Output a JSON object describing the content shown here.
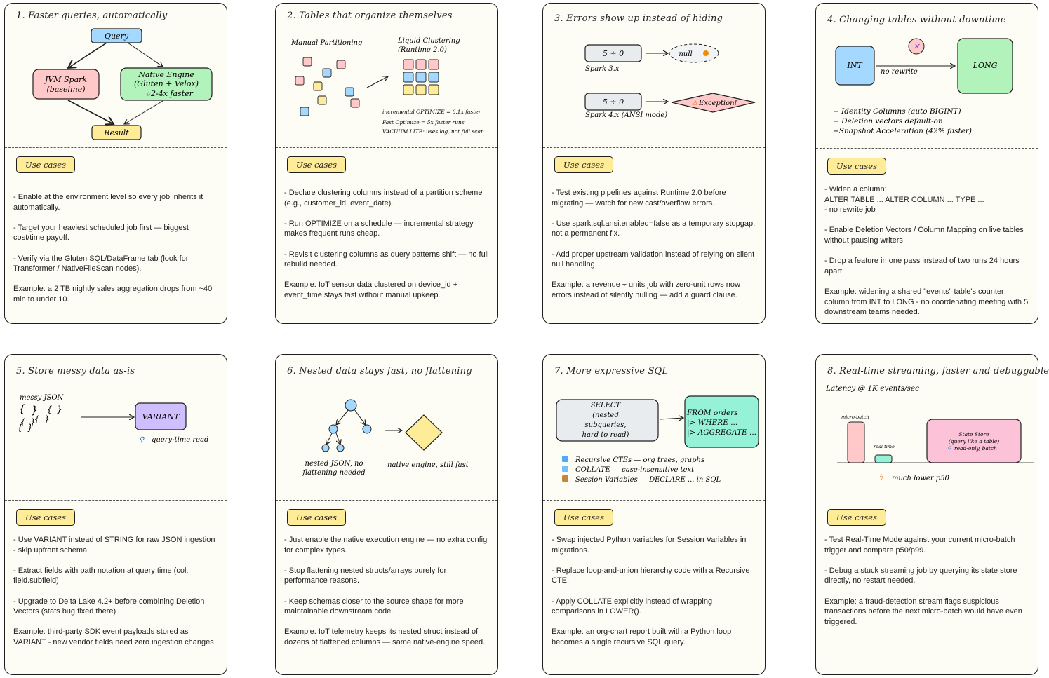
{
  "use_cases_label": "Use cases",
  "cards": [
    {
      "title": "1. Faster queries, automatically",
      "diagram": {
        "query": "Query",
        "jvm_line1": "JVM Spark",
        "jvm_line2": "(baseline)",
        "native_line1": "Native Engine",
        "native_line2": "(Gluten + Velox)",
        "native_line3": "2-4x faster",
        "result": "Result"
      },
      "notes": [
        "- Enable at the environment level so every job inherits it automatically.",
        "- Target your heaviest scheduled job first — biggest cost/time payoff.",
        "- Verify via the Gluten SQL/DataFrame tab (look for Transformer / NativeFileScan nodes).",
        "Example: a 2 TB nightly sales aggregation drops from ~40 min to under 10."
      ]
    },
    {
      "title": "2. Tables that organize themselves",
      "diagram": {
        "manual": "Manual Partitioning",
        "liquid_line1": "Liquid Clustering",
        "liquid_line2": "(Runtime 2.0)",
        "stat1": "incremental OPTIMIZE = 6.1x faster",
        "stat2": "Fast Optimize = 5x faster runs",
        "stat3": "VACUUM LITE: uses log, not full scan"
      },
      "notes": [
        "- Declare clustering columns instead of a partition scheme (e.g., customer_id, event_date).",
        "- Run OPTIMIZE on a schedule — incremental strategy makes frequent runs cheap.",
        "- Revisit clustering columns as query patterns shift — no full rebuild needed.",
        "Example: IoT sensor data clustered on device_id + event_time stays fast without manual upkeep."
      ]
    },
    {
      "title": "3. Errors show up instead of hiding",
      "diagram": {
        "expr1": "5 ÷ 0",
        "null_label": "null",
        "spark3": "Spark 3.x",
        "expr2": "5 ÷ 0",
        "exception": "Exception!",
        "spark4": "Spark 4.x (ANSI mode)"
      },
      "notes": [
        "- Test existing pipelines against Runtime 2.0 before migrating — watch for new cast/overflow errors.",
        "- Use spark.sql.ansi.enabled=false as a temporary stopgap, not a permanent fix.",
        "- Add proper upstream validation instead of relying on silent null handling.",
        "Example: a revenue ÷ units job with zero-unit rows now errors instead of silently nulling — add a guard clause."
      ]
    },
    {
      "title": "4. Changing tables without downtime",
      "diagram": {
        "int_label": "INT",
        "no_rewrite": "no rewrite",
        "long_label": "LONG",
        "bullet1": "+ Identity Columns (auto BIGINT)",
        "bullet2": "+ Deletion vectors default-on",
        "bullet3": "+Snapshot Acceleration (42% faster)"
      },
      "notes": [
        "- Widen a column:\n   ALTER TABLE ... ALTER COLUMN ... TYPE ...\n   - no rewrite job",
        "- Enable Deletion Vectors / Column Mapping on live tables without pausing writers",
        "- Drop a feature in one pass instead of two runs 24 hours apart",
        "Example: widening a shared \"events\" table's counter column from INT to LONG - no coordenating meeting with 5 downstream teams needed."
      ]
    },
    {
      "title": "5. Store messy data as-is",
      "diagram": {
        "messy": "messy JSON",
        "variant": "VARIANT",
        "query_time": "query-time read"
      },
      "notes": [
        "- Use VARIANT instead of STRING for raw JSON ingestion - skip upfront schema.",
        "- Extract fields with path notation at query time (col: field.subfield)",
        "- Upgrade to Delta Lake 4.2+ before combining Deletion Vectors (stats bug fixed there)",
        "Example: third-party SDK event payloads stored as VARIANT - new vendor fields need zero ingestion changes"
      ]
    },
    {
      "title": "6. Nested data stays fast, no flattening",
      "diagram": {
        "nested_line1": "nested JSON, no",
        "nested_line2": "flattening needed",
        "native": "native engine, still fast"
      },
      "notes": [
        "- Just enable the native execution engine — no extra config for complex types.",
        "- Stop flattening nested structs/arrays purely for performance reasons.",
        "- Keep schemas closer to the source shape for more maintainable downstream code.",
        "Example: IoT telemetry keeps its nested struct instead of dozens of flattened columns — same native-engine speed."
      ]
    },
    {
      "title": "7. More expressive SQL",
      "diagram": {
        "select1": "SELECT",
        "select2": "(nested",
        "select3": "subqueries,",
        "select4": "hard to read)",
        "from1": "FROM orders",
        "from2": "|> WHERE ...",
        "from3": "|> AGGREGATE ...",
        "feat1": "Recursive CTEs — org trees, graphs",
        "feat2": "COLLATE — case-insensitive text",
        "feat3": "Session Variables — DECLARE ... in SQL"
      },
      "notes": [
        "- Swap injected Python variables for Session Variables in migrations.",
        "- Replace loop-and-union hierarchy code with a Recursive CTE.",
        "- Apply COLLATE explicitly instead of wrapping comparisons in LOWER().",
        "Example: an org-chart report built with a Python loop becomes a single recursive SQL query."
      ]
    },
    {
      "title": "8. Real-time streaming, faster and debuggable",
      "diagram": {
        "latency": "Latency @ 1K events/sec",
        "micro": "micro-batch",
        "real": "real-time",
        "state1": "State Store",
        "state2": "(query like a table)",
        "state3": "read-only, batch",
        "p50": "much lower p50"
      },
      "notes": [
        "- Test Real-Time Mode against your current micro-batch trigger and compare p50/p99.",
        "- Debug a stuck streaming job by querying its state store directly, no restart needed.",
        "",
        "Example: a fraud-detection stream flags suspicious transactions before the next micro-batch would have even triggered."
      ]
    }
  ]
}
